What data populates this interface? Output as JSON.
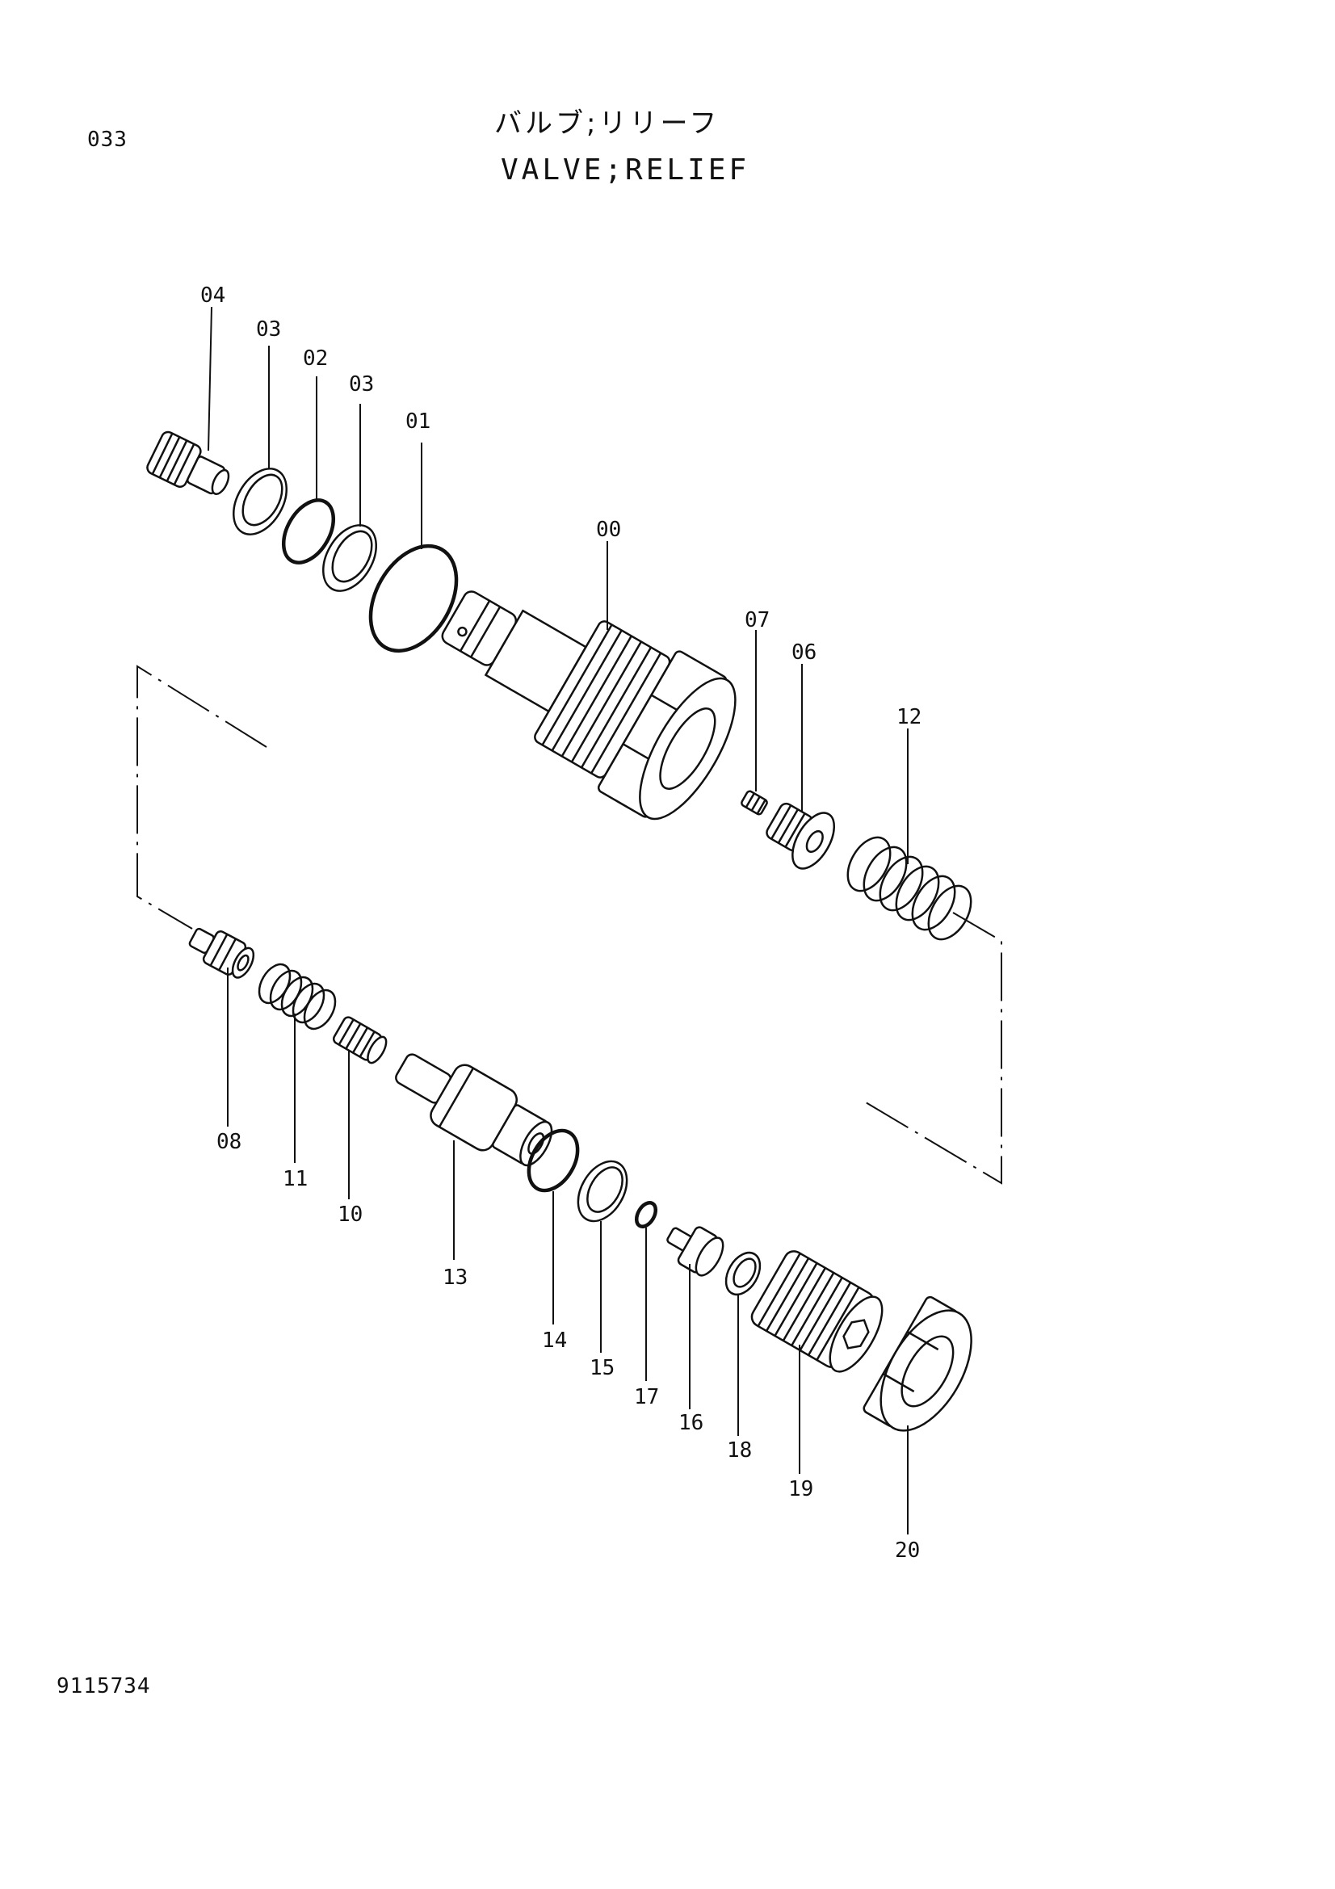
{
  "header": {
    "page_number": "033",
    "title_japanese": "バルブ;リリーフ",
    "title_english": "VALVE;RELIEF"
  },
  "footer": {
    "drawing_number": "9115734"
  },
  "callouts": [
    {
      "id": "c04",
      "label": "04"
    },
    {
      "id": "c03a",
      "label": "03"
    },
    {
      "id": "c02",
      "label": "02"
    },
    {
      "id": "c03b",
      "label": "03"
    },
    {
      "id": "c01",
      "label": "01"
    },
    {
      "id": "c00",
      "label": "00"
    },
    {
      "id": "c07",
      "label": "07"
    },
    {
      "id": "c06",
      "label": "06"
    },
    {
      "id": "c12",
      "label": "12"
    },
    {
      "id": "c08",
      "label": "08"
    },
    {
      "id": "c11",
      "label": "11"
    },
    {
      "id": "c10",
      "label": "10"
    },
    {
      "id": "c13",
      "label": "13"
    },
    {
      "id": "c14",
      "label": "14"
    },
    {
      "id": "c15",
      "label": "15"
    },
    {
      "id": "c17",
      "label": "17"
    },
    {
      "id": "c16",
      "label": "16"
    },
    {
      "id": "c18",
      "label": "18"
    },
    {
      "id": "c19",
      "label": "19"
    },
    {
      "id": "c20",
      "label": "20"
    }
  ]
}
